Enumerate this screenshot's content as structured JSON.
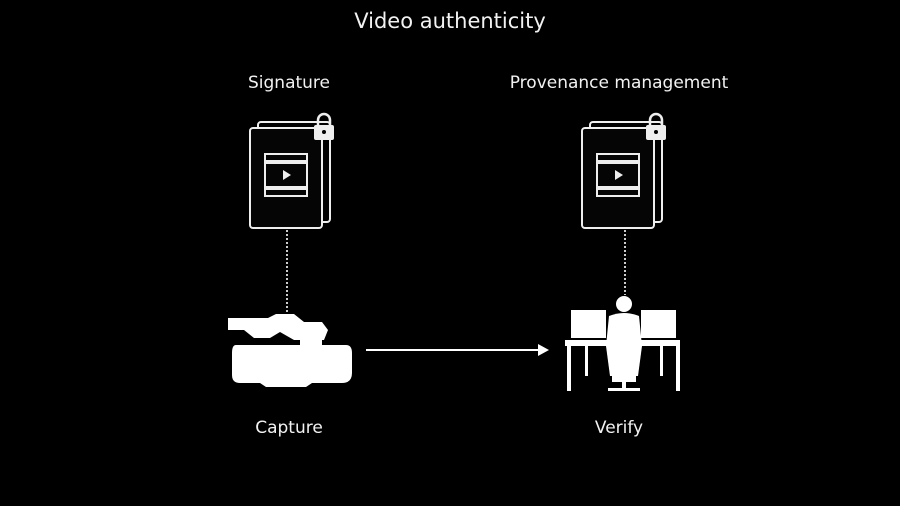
{
  "title": "Video authenticity",
  "left": {
    "top_label": "Signature",
    "bottom_label": "Capture",
    "icon": "locked-video-document-icon",
    "device": "video-camera-icon"
  },
  "right": {
    "top_label": "Provenance management",
    "bottom_label": "Verify",
    "icon": "locked-video-document-icon",
    "device": "person-at-workstation-icon"
  },
  "colors": {
    "background": "#000000",
    "foreground": "#ffffff"
  }
}
